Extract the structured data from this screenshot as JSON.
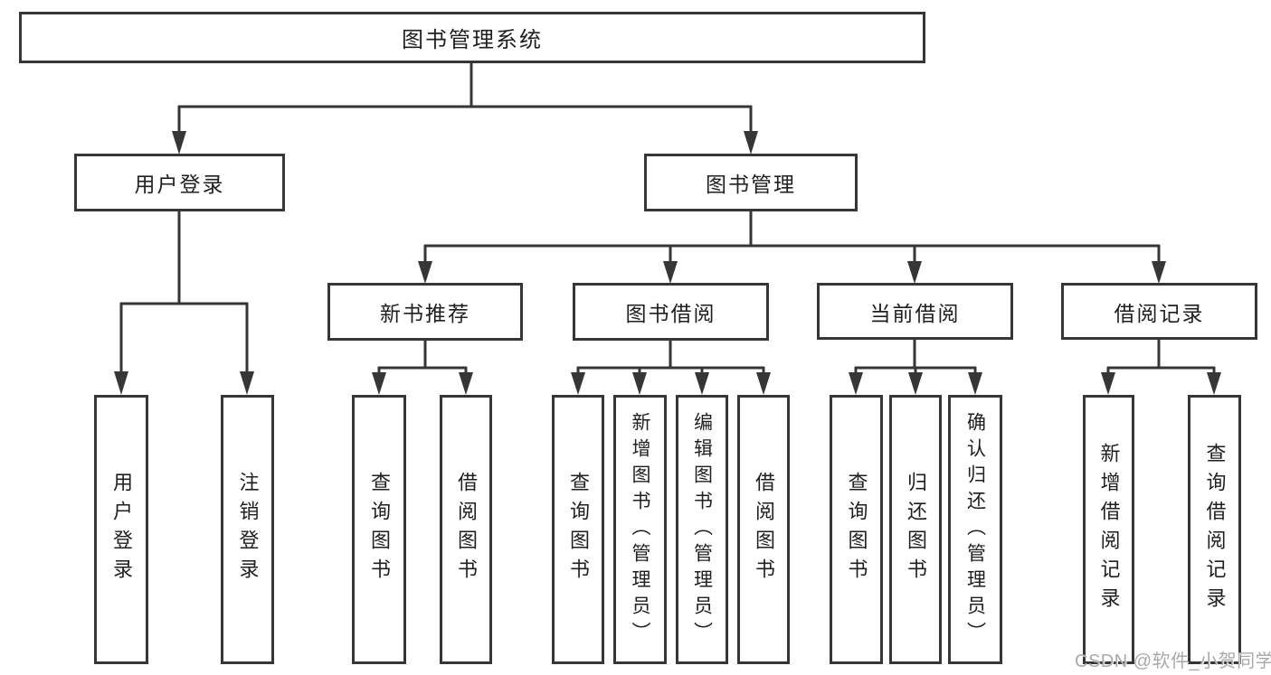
{
  "diagram": {
    "root": "图书管理系统",
    "level2": {
      "user_login": "用户登录",
      "book_mgmt": "图书管理"
    },
    "level3": {
      "new_books": "新书推荐",
      "book_borrow": "图书借阅",
      "current_borrow": "当前借阅",
      "borrow_records": "借阅记录"
    },
    "leaves": {
      "user_login": [
        "用户登录",
        "注销登录"
      ],
      "new_books": [
        "查询图书",
        "借阅图书"
      ],
      "book_borrow": [
        "查询图书",
        "新增图书（管理员）",
        "编辑图书（管理员）",
        "借阅图书"
      ],
      "current_borrow": [
        "查询图书",
        "归还图书",
        "确认归还（管理员）"
      ],
      "borrow_records": [
        "新增借阅记录",
        "查询借阅记录"
      ]
    }
  },
  "watermark": "CSDN @软件_小贺同学",
  "colors": {
    "line": "#363636",
    "node_text": "#1f1f1f",
    "watermark": "#a9a9a9",
    "background": "#ffffff"
  }
}
